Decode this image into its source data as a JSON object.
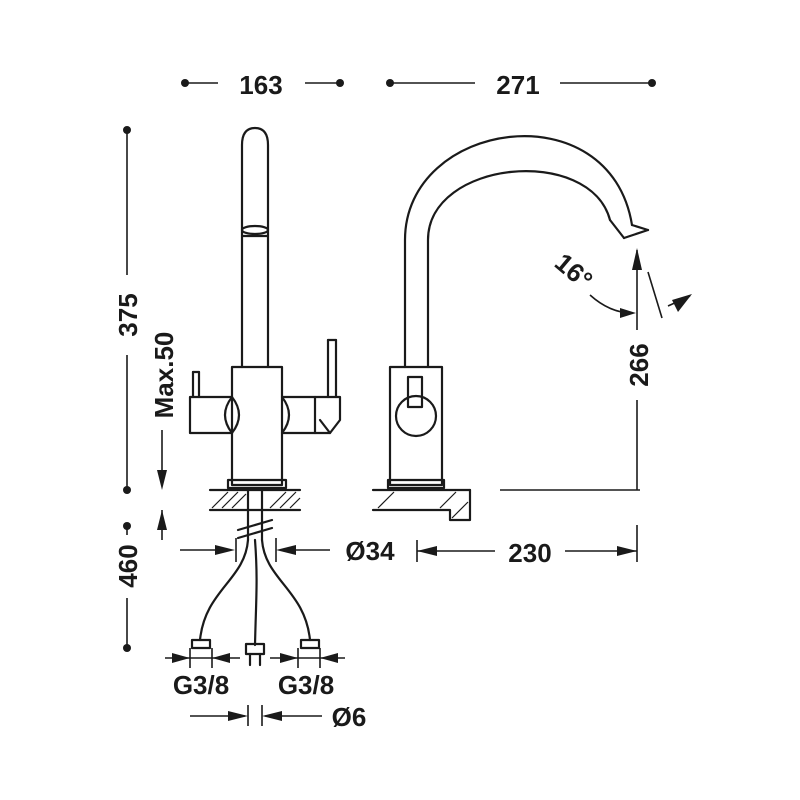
{
  "diagram": {
    "stroke_color": "#1a1a1a",
    "background": "#ffffff",
    "dimensions": {
      "front_width": "163",
      "side_projection": "271",
      "total_height": "375",
      "max_deck_thickness": "Max.50",
      "spout_height": "266",
      "spout_angle": "16°",
      "hose_length": "460",
      "base_diameter": "Ø34",
      "spout_reach": "230",
      "thread_left": "G3/8",
      "thread_right": "G3/8",
      "small_pipe_diameter": "Ø6"
    }
  }
}
